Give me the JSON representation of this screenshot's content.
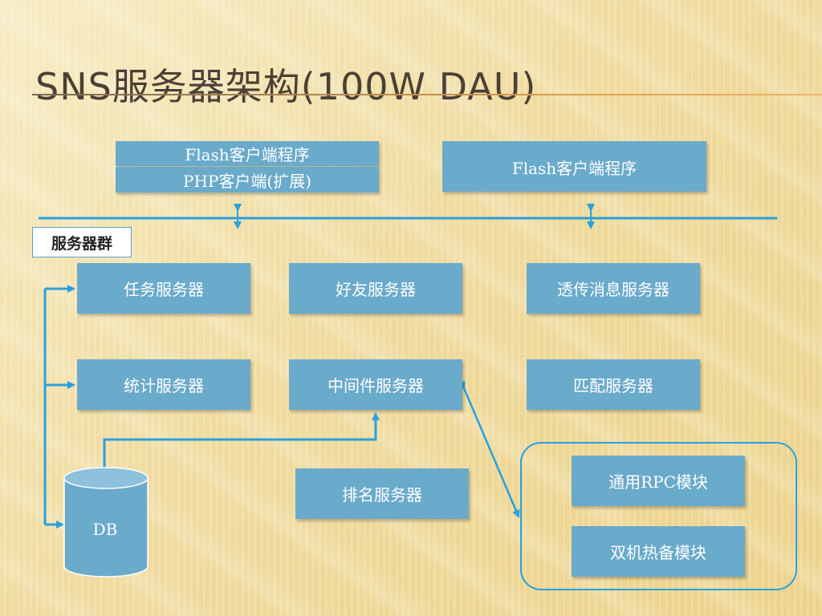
{
  "slide": {
    "title": "SNS服务器架构(100W DAU)",
    "client_left_top": "Flash客户端程序",
    "client_left_bottom": "PHP客户端(扩展)",
    "client_right": "Flash客户端程序",
    "group_label": "服务器群",
    "servers": {
      "task": "任务服务器",
      "friend": "好友服务器",
      "passthrough": "透传消息服务器",
      "stats": "统计服务器",
      "middleware": "中间件服务器",
      "match": "匹配服务器",
      "rank": "排名服务器",
      "rpc": "通用RPC模块",
      "hotstandby": "双机热备模块"
    },
    "db_label": "DB"
  },
  "colors": {
    "box_fill": "#6aaacb",
    "connector": "#2aa0de",
    "title_text": "#4b4036"
  }
}
